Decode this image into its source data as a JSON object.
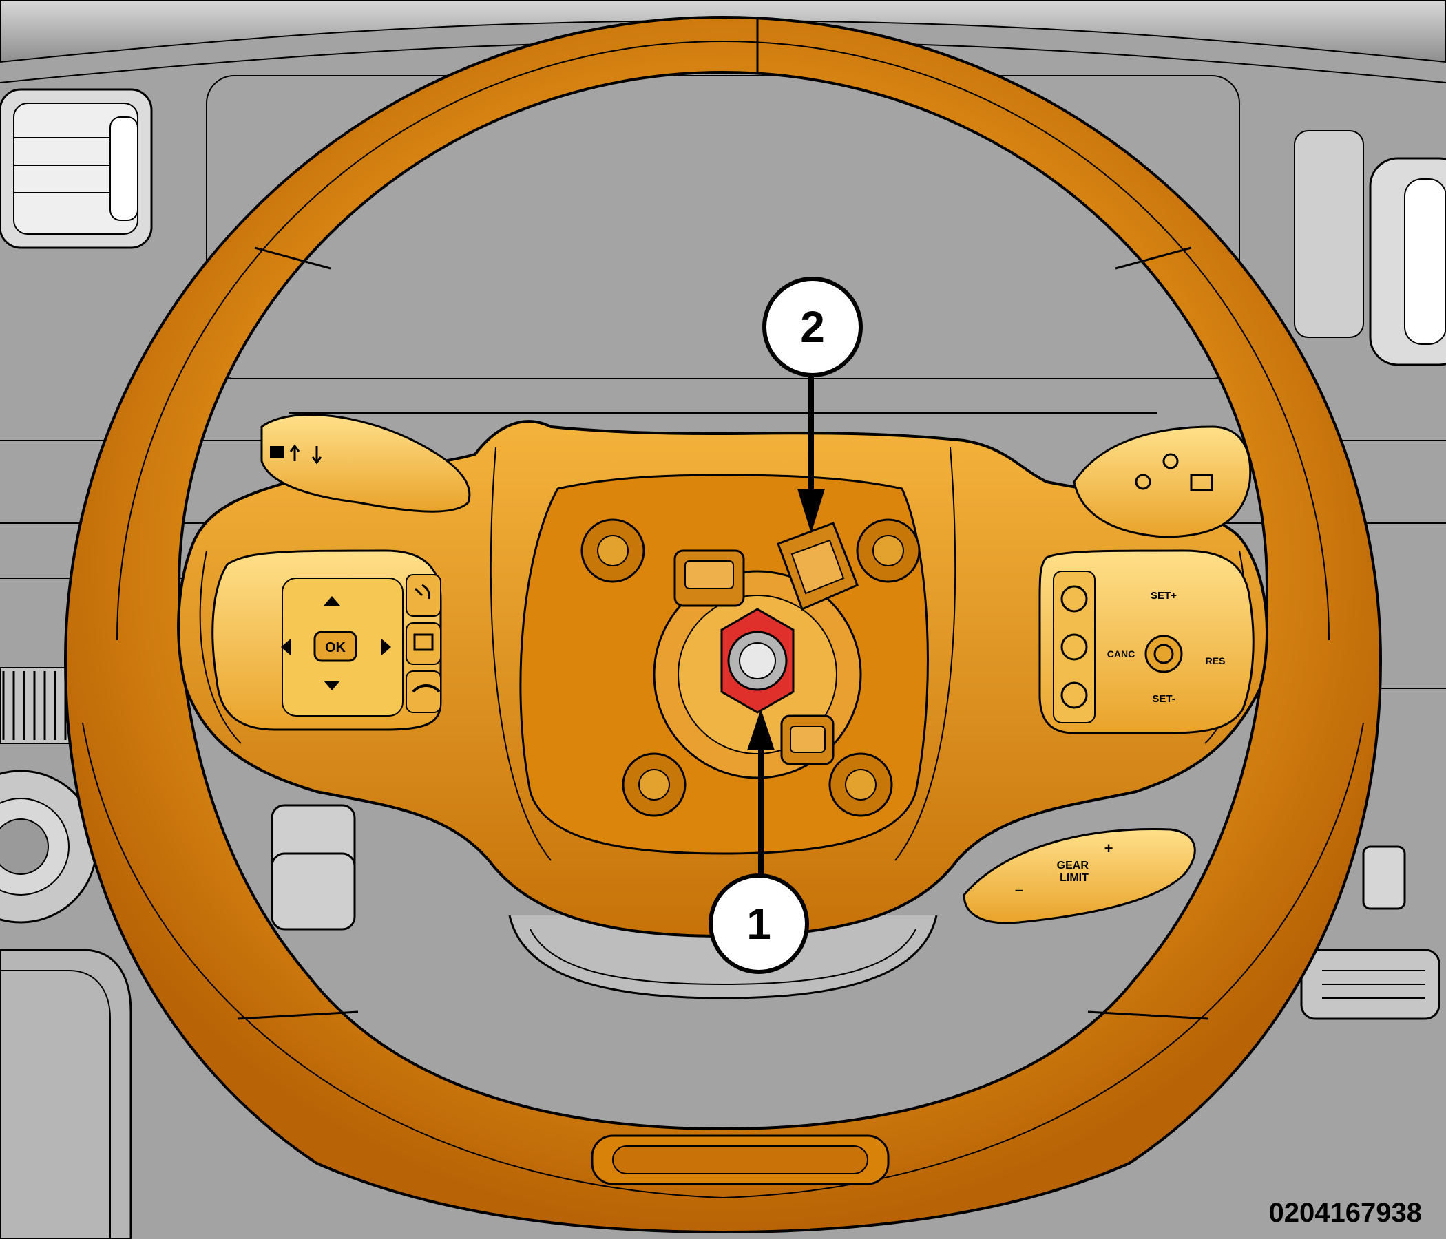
{
  "callouts": [
    {
      "id": "1",
      "label": "1"
    },
    {
      "id": "2",
      "label": "2"
    }
  ],
  "left_buttons": {
    "ok": "OK"
  },
  "right_buttons": {
    "set_plus": "SET+",
    "set_minus": "SET-",
    "canc": "CANC",
    "res": "RES"
  },
  "paddle": {
    "gear_limit": "GEAR\nLIMIT",
    "plus": "+",
    "minus": "–"
  },
  "figure_id": "0204167938",
  "colors": {
    "wheel": "#e88a0a",
    "wheel_highlight": "#f6c35a",
    "dash": "#a9a9a9",
    "nut_red": "#e0302c"
  }
}
